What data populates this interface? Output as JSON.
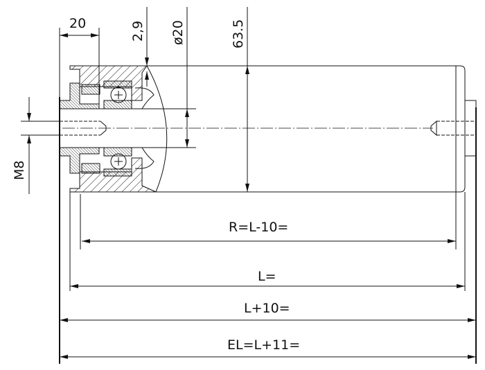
{
  "title": "Conveyor roller with bearing housing and M8 female thread",
  "dimensions": {
    "housing_width": "20",
    "wall_thickness": "2,9",
    "shaft_diameter": "ø20",
    "tube_diameter": "63.5",
    "thread": "M8",
    "roller_length": "R=L-10=",
    "length": "L=",
    "length_plus_10": "L+10=",
    "overall_length": "EL=L+11="
  }
}
